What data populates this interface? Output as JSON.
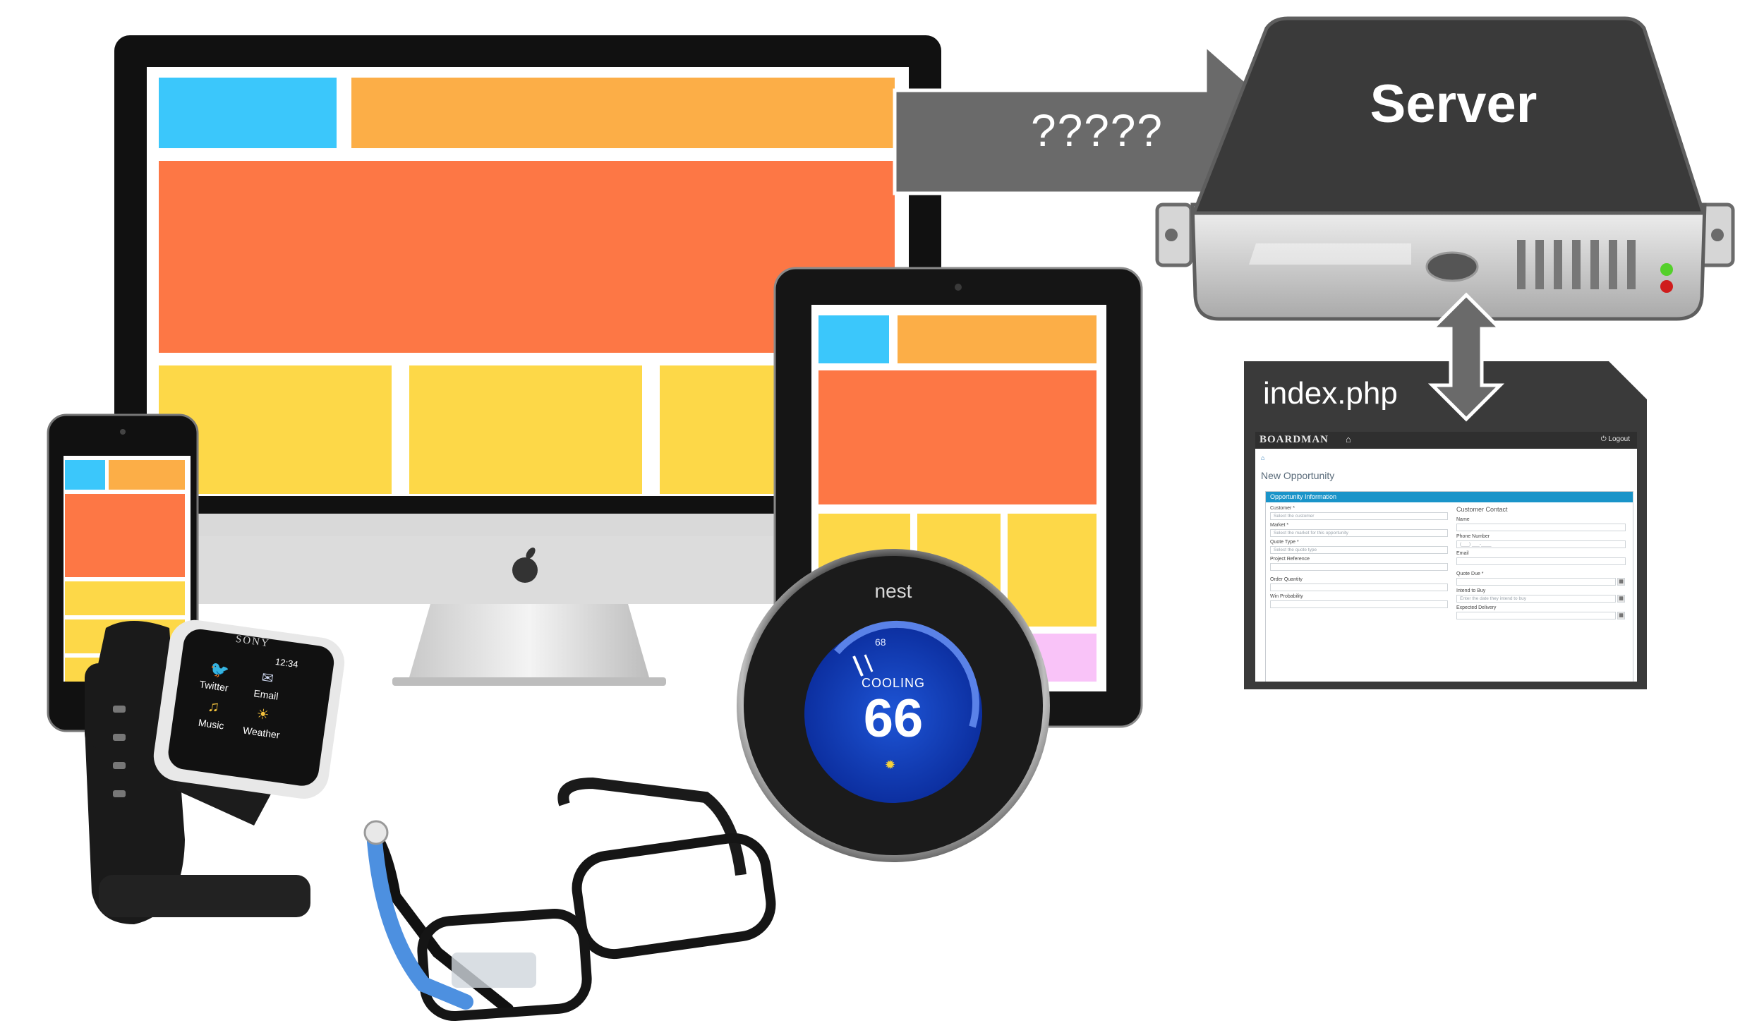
{
  "arrow_label": "?????",
  "server_label": "Server",
  "file_label": "index.php",
  "brand_colors": {
    "blue": "#3bc7fb",
    "orange": "#fcae47",
    "red": "#fd7745",
    "yellow": "#fdd848",
    "pink": "#f9c3f8"
  },
  "watch": {
    "brand": "SONY",
    "time": "12:34",
    "apps": [
      {
        "label": "Twitter",
        "icon": "bird-icon"
      },
      {
        "label": "Email",
        "icon": "envelope-icon"
      },
      {
        "label": "Music",
        "icon": "note-icon"
      },
      {
        "label": "Weather",
        "icon": "sun-cloud-icon"
      }
    ]
  },
  "thermostat": {
    "brand": "nest",
    "mode": "COOLING",
    "temperature": "66",
    "target": "68"
  },
  "form": {
    "brand": "BOARDMAN",
    "logout": "Logout",
    "breadcrumb": "⌂",
    "title": "New Opportunity",
    "panel_title": "Opportunity Information",
    "left_fields": [
      {
        "label": "Customer *",
        "placeholder": "Select the customer"
      },
      {
        "label": "Market *",
        "placeholder": "Select the market for this opportunity"
      },
      {
        "label": "Quote Type *",
        "placeholder": "Select the quote type"
      },
      {
        "label": "Project Reference",
        "placeholder": ""
      },
      {
        "label": "Order Quantity",
        "placeholder": ""
      },
      {
        "label": "Win Probability",
        "placeholder": ""
      }
    ],
    "contact_section": "Customer Contact",
    "right_fields": [
      {
        "label": "Name",
        "placeholder": ""
      },
      {
        "label": "Phone Number",
        "placeholder": "(___) ___-____"
      },
      {
        "label": "Email",
        "placeholder": ""
      },
      {
        "label": "Quote Due *",
        "placeholder": ""
      },
      {
        "label": "Intend to Buy",
        "placeholder": "Enter the date they intend to buy"
      },
      {
        "label": "Expected Delivery",
        "placeholder": ""
      }
    ]
  }
}
